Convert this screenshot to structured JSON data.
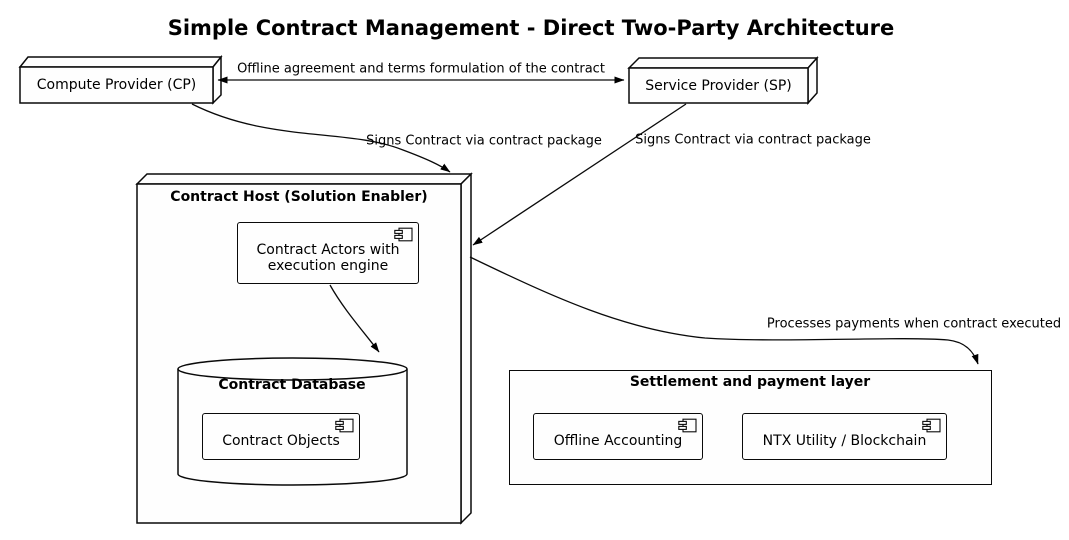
{
  "diagram": {
    "title": "Simple Contract Management - Direct Two-Party Architecture",
    "nodes": {
      "compute_provider": "Compute Provider (CP)",
      "service_provider": "Service Provider (SP)",
      "contract_host": "Contract Host (Solution Enabler)",
      "contract_database": "Contract Database",
      "settlement_layer": "Settlement and payment layer"
    },
    "components": {
      "contract_actors": "Contract Actors with execution engine",
      "contract_objects": "Contract Objects",
      "offline_accounting": "Offline Accounting",
      "ntx_utility": "NTX Utility / Blockchain"
    },
    "edges": {
      "cp_sp": "Offline agreement and terms formulation of the contract",
      "cp_host": "Signs Contract via contract package",
      "sp_host": "Signs Contract via contract package",
      "host_settlement": "Processes payments when contract executed"
    },
    "colors": {
      "stroke": "#000000",
      "fill": "#fefefe",
      "background": "#ffffff"
    }
  }
}
